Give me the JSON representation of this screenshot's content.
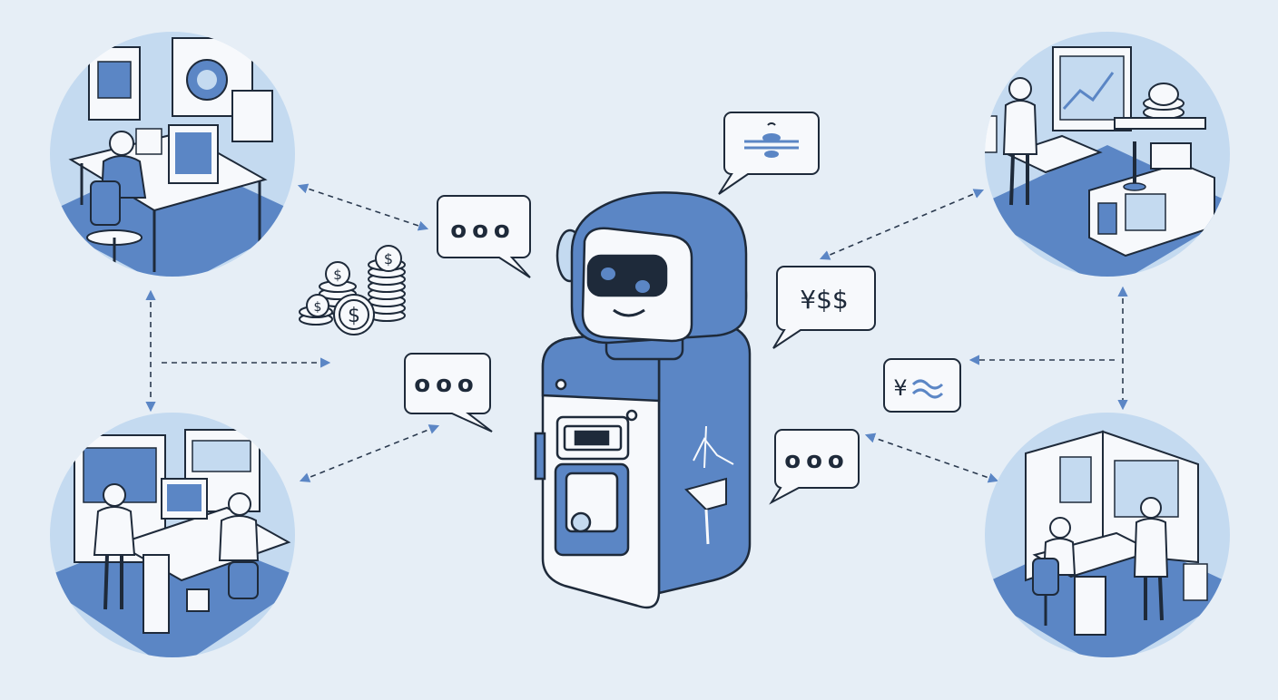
{
  "colors": {
    "background": "#e6eef6",
    "accent_blue": "#5b86c5",
    "light_blue": "#c4daf0",
    "outline": "#1e2a3a",
    "panel_white": "#f7f9fc"
  },
  "bubbles": {
    "dots_top": "ooo",
    "dots_mid": "ooo",
    "dots_right": "ooo",
    "currency_main": "¥$$",
    "currency_small": "¥"
  },
  "icons": [
    "robot-icon",
    "coins-icon",
    "office-scene-icon",
    "chat-bubble-icon",
    "currency-bubble-icon",
    "bidirectional-arrow-icon"
  ]
}
